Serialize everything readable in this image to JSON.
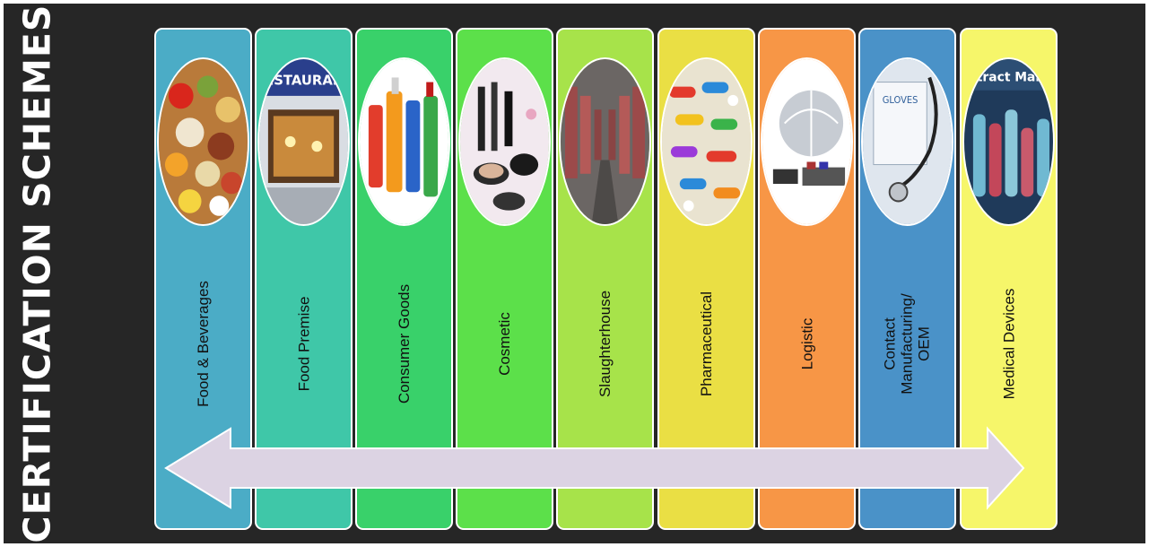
{
  "side_title": "CERTIFICATION SCHEMES",
  "colors": {
    "background": "#262626",
    "arrow_fill": "#dcd3e3",
    "arrow_stroke": "#ffffff"
  },
  "schemes": [
    {
      "label": "Food & Beverages",
      "color": "#4bacc6",
      "icon": "food-image"
    },
    {
      "label": "Food Premise",
      "color": "#3fc7a8",
      "icon": "restaurant-image",
      "image_text": "RESTAURANT"
    },
    {
      "label": "Consumer Goods",
      "color": "#39d16a",
      "icon": "cleaning-products-image"
    },
    {
      "label": "Cosmetic",
      "color": "#5ce04a",
      "icon": "cosmetics-image"
    },
    {
      "label": "Slaughterhouse",
      "color": "#a7e34a",
      "icon": "slaughterhouse-image"
    },
    {
      "label": "Pharmaceutical",
      "color": "#eadf44",
      "icon": "pills-image"
    },
    {
      "label": "Logistic",
      "color": "#f79646",
      "icon": "globe-logistics-image"
    },
    {
      "label": "Contact\nManufacturing/\nOEM",
      "color": "#4a92c8",
      "icon": "gloves-stethoscope-image",
      "image_text": "GLOVES"
    },
    {
      "label": "Medical Devices",
      "color": "#f6f66a",
      "icon": "test-tubes-image",
      "image_text": "ntract Manufac"
    }
  ]
}
